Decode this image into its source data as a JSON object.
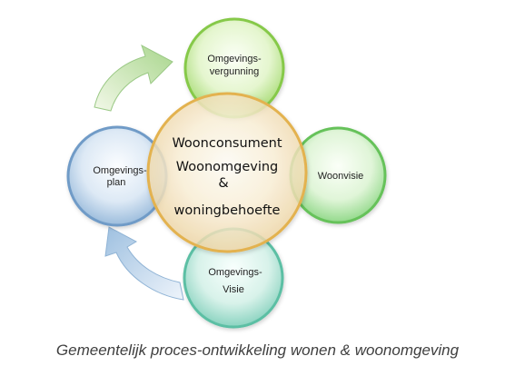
{
  "center": {
    "line1": "Woonconsument",
    "line2": "Woonomgeving",
    "line3": "&",
    "line4": "woningbehoefte"
  },
  "nodes": {
    "top": {
      "line1": "Omgevings-",
      "line2": "vergunning",
      "color": "#8fd14f"
    },
    "right": {
      "line1": "Woonvisie",
      "color": "#6ccb5c"
    },
    "bottom": {
      "line1": "Omgevings-",
      "line2": "Visie",
      "color": "#5fc1a9"
    },
    "left": {
      "line1": "Omgevings-",
      "line2": "plan",
      "color": "#7aa6d0"
    }
  },
  "center_color": "#f2c26a",
  "caption": "Gemeentelijk proces-ontwikkeling wonen & woonomgeving"
}
